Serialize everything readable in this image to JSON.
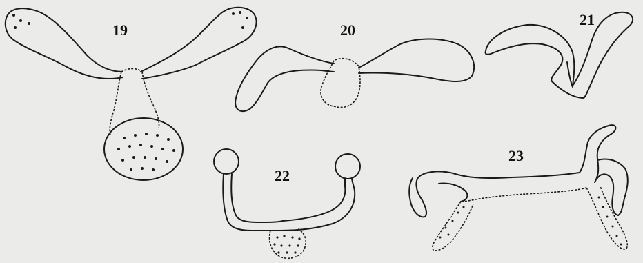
{
  "figures": [
    {
      "id": "19",
      "label": "19"
    },
    {
      "id": "20",
      "label": "20"
    },
    {
      "id": "21",
      "label": "21"
    },
    {
      "id": "22",
      "label": "22"
    },
    {
      "id": "23",
      "label": "23"
    }
  ],
  "colors": {
    "background": "#ebebea",
    "ink": "#1a1a1a"
  }
}
